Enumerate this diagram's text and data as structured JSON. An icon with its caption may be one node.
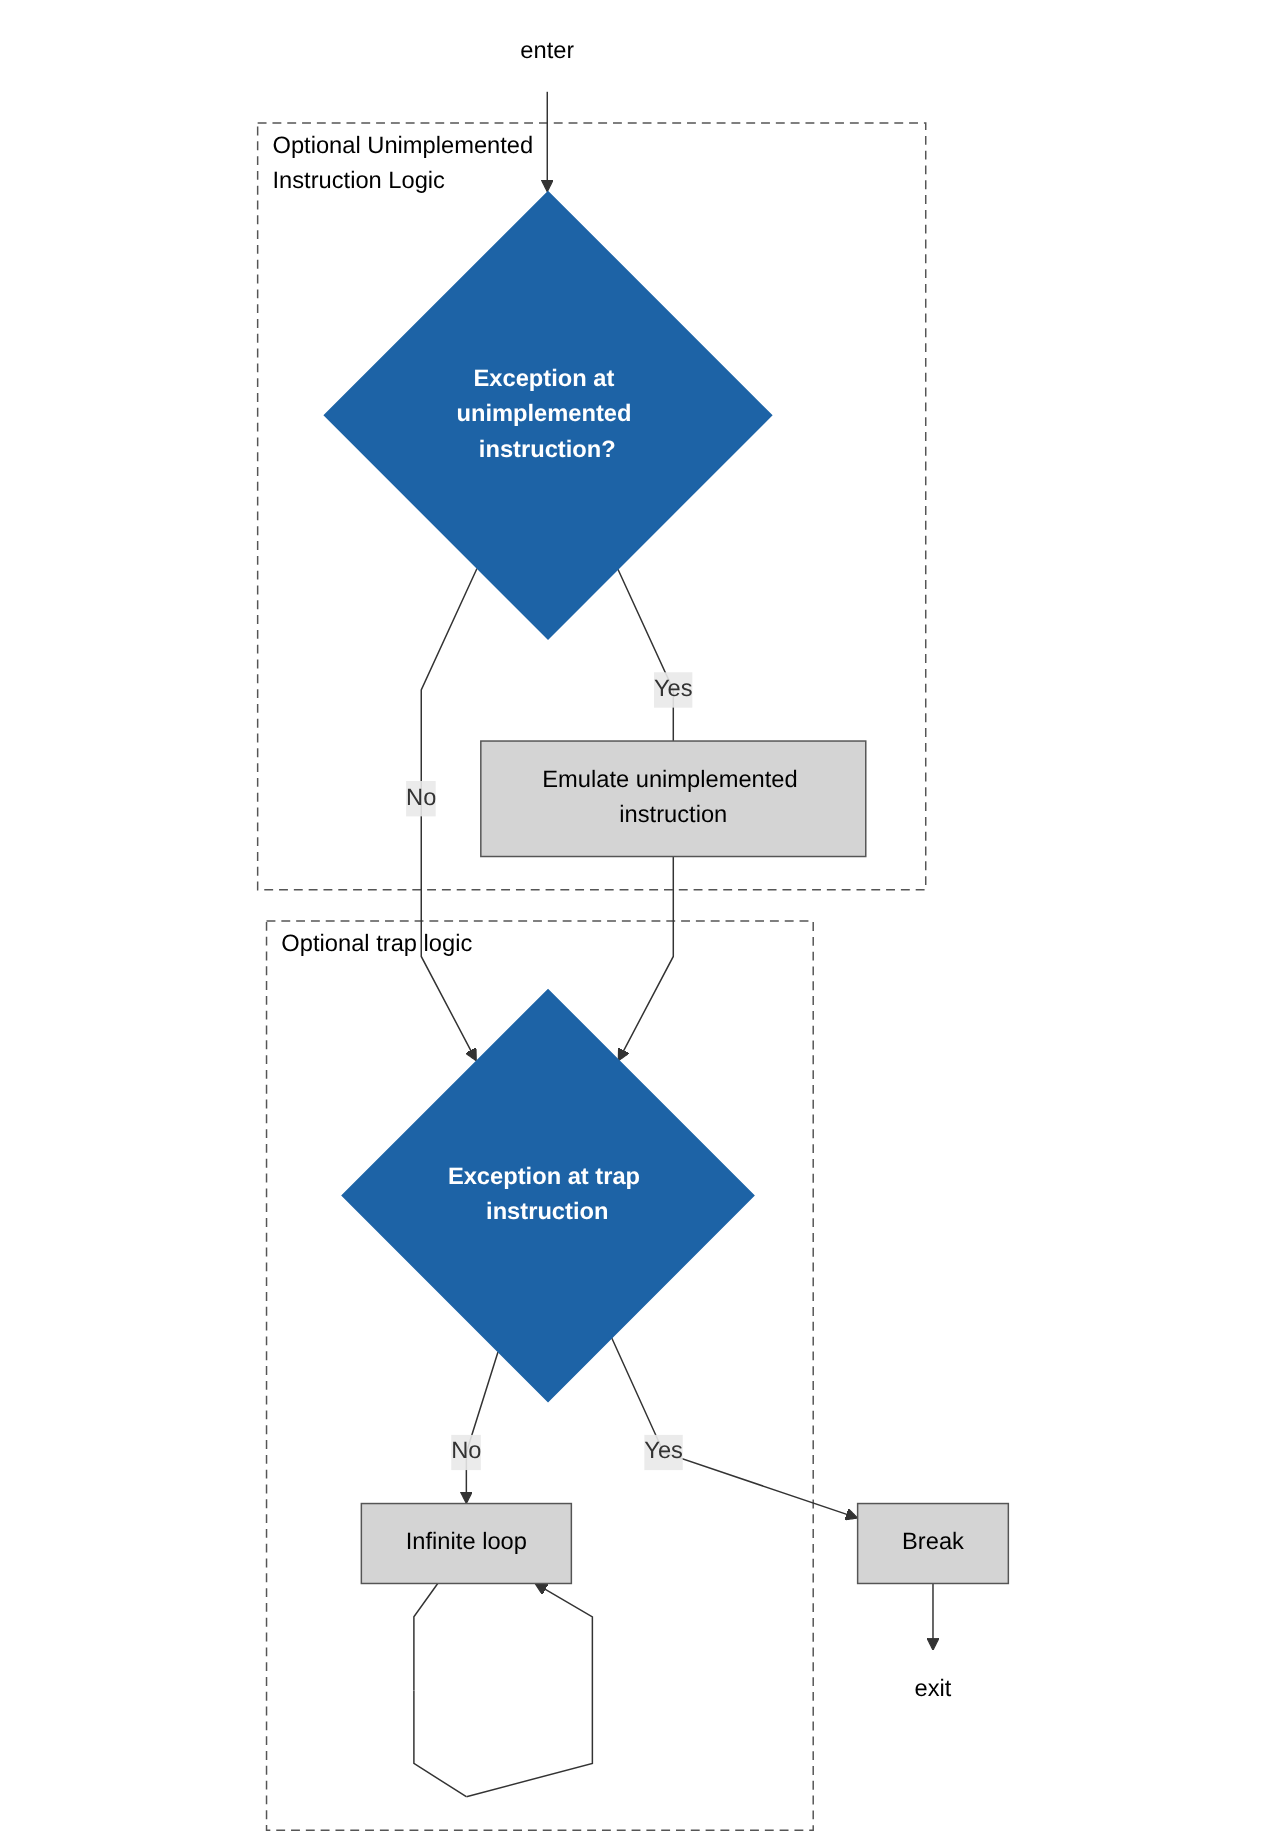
{
  "diagram": {
    "nodes": [
      {
        "text": [
          "enter"
        ]
      },
      {
        "text": [
          "Optional Unimplemented Instruction Logic"
        ]
      },
      {
        "text": [
          "Exception at unimplemented instruction?"
        ],
        "in": 1
      },
      {
        "text": [
          "Emulate unimplemented instruction"
        ],
        "in": 1
      },
      {
        "text": [
          "Optional trap logic"
        ]
      },
      {
        "text": [
          "Exception at trap instruction"
        ],
        "in": 4
      },
      {
        "text": [
          "Infinite loop"
        ],
        "in": 4
      },
      {
        "text": [
          "Break"
        ]
      },
      {
        "text": [
          "exit"
        ]
      }
    ],
    "edges": [
      {
        "from": 0,
        "to": 2,
        "arrow": "to"
      },
      {
        "from": 2,
        "to": 3,
        "label": "Yes",
        "arrow": "none"
      },
      {
        "from": 2,
        "to": 5,
        "label": "No",
        "arrow": "to"
      },
      {
        "from": 3,
        "to": 5,
        "arrow": "to"
      },
      {
        "from": 5,
        "to": 6,
        "label": "No",
        "arrow": "to"
      },
      {
        "from": 6,
        "to": 6,
        "arrow": "to"
      },
      {
        "from": 5,
        "to": 7,
        "label": "Yes",
        "arrow": "to"
      },
      {
        "from": 7,
        "to": 8,
        "arrow": "to"
      }
    ]
  }
}
